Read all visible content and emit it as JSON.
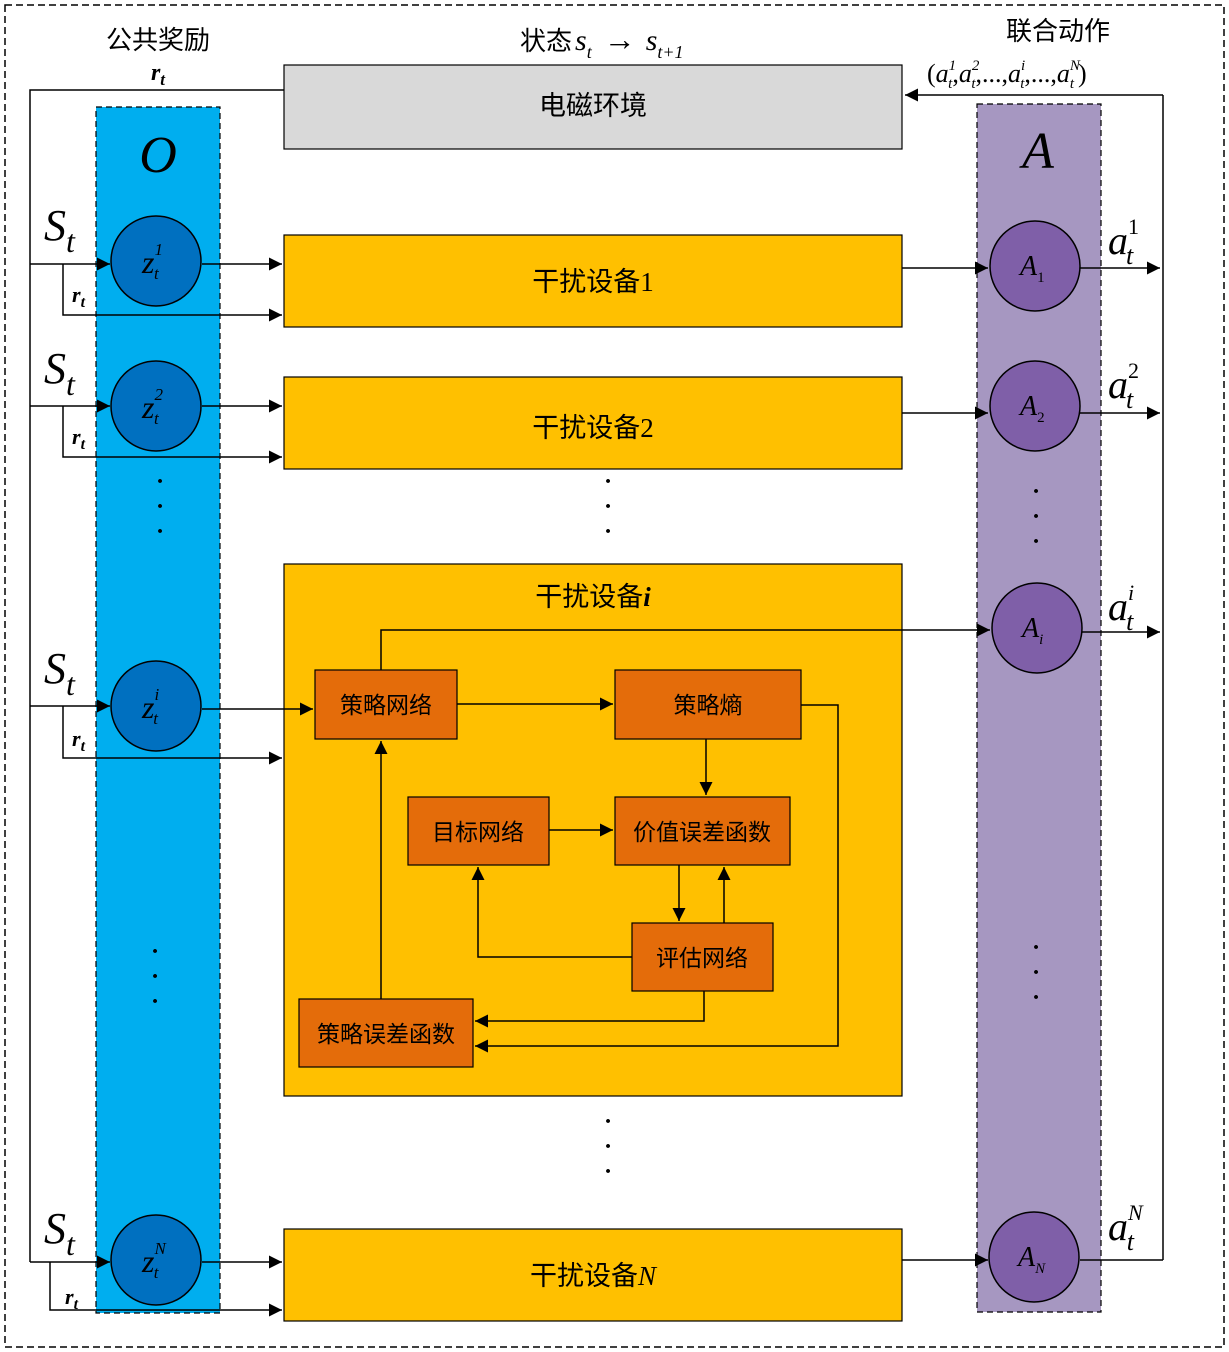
{
  "labels": {
    "public_reward": "公共奖励",
    "state": "状态",
    "joint_action": "联合动作",
    "environment": "电磁环境",
    "observation_col": "O",
    "action_col": "A"
  },
  "math": {
    "r": "r",
    "t": "t",
    "S": "S",
    "s": "s",
    "arrow": "→",
    "t_plus_1": "t+1",
    "z": "z",
    "a": "a",
    "A": "A",
    "joint_open": "(",
    "joint_close": ")",
    "comma": ",",
    "ellipsis": "...",
    "sup_1": "1",
    "sup_2": "2",
    "sup_i": "i",
    "sup_N": "N"
  },
  "devices": {
    "device_prefix": "干扰设备",
    "d1_suffix": "1",
    "d2_suffix": "2",
    "di_suffix": "i",
    "dN_suffix": "N"
  },
  "inner": {
    "policy_net": "策略网络",
    "policy_entropy": "策略熵",
    "target_net": "目标网络",
    "value_error": "价值误差函数",
    "eval_net": "评估网络",
    "policy_error": "策略误差函数"
  },
  "dots": "·",
  "colors": {
    "obs_column": "#00aeef",
    "action_column": "#a697c1",
    "env_box": "#d9d9d9",
    "device_box": "#ffc000",
    "inner_box": "#e46c0a",
    "obs_node": "#0070c0",
    "action_node": "#7f5fa8"
  },
  "icons": {
    "arrowhead": "arrowhead-icon"
  }
}
